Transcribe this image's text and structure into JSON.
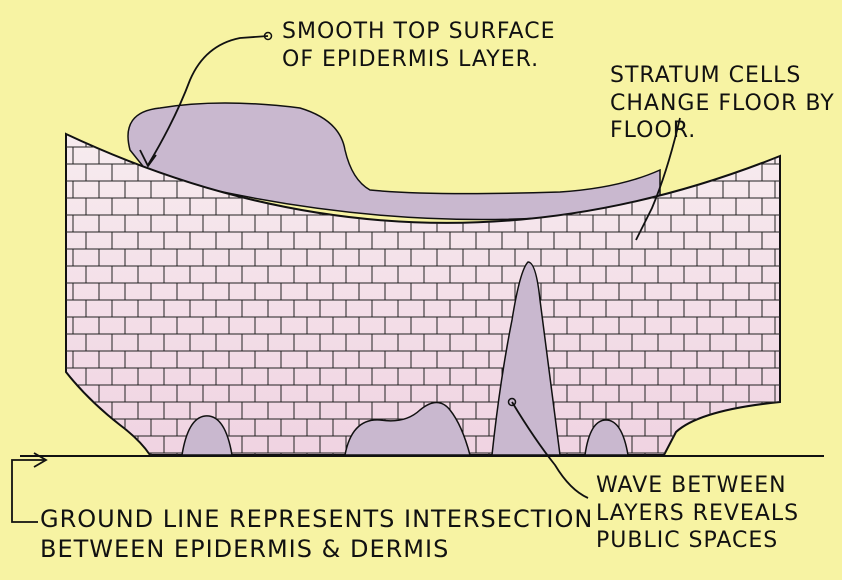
{
  "annotations": {
    "top_surface": "SMOOTH TOP SURFACE\nOF EPIDERMIS LAYER.",
    "stratum": "STRATUM CELLS\nCHANGE FLOOR BY\nFLOOR.",
    "ground": "GROUND LINE REPRESENTS INTERSECTION\nBETWEEN EPIDERMIS & DERMIS",
    "wave": "WAVE BETWEEN\nLAYERS REVEALS\nPUBLIC SPACES"
  },
  "colors": {
    "paper": "#f7f3a3",
    "epidermis_pink": "#f3dde8",
    "lilac": "#c9b8cf",
    "ink": "#111111"
  }
}
